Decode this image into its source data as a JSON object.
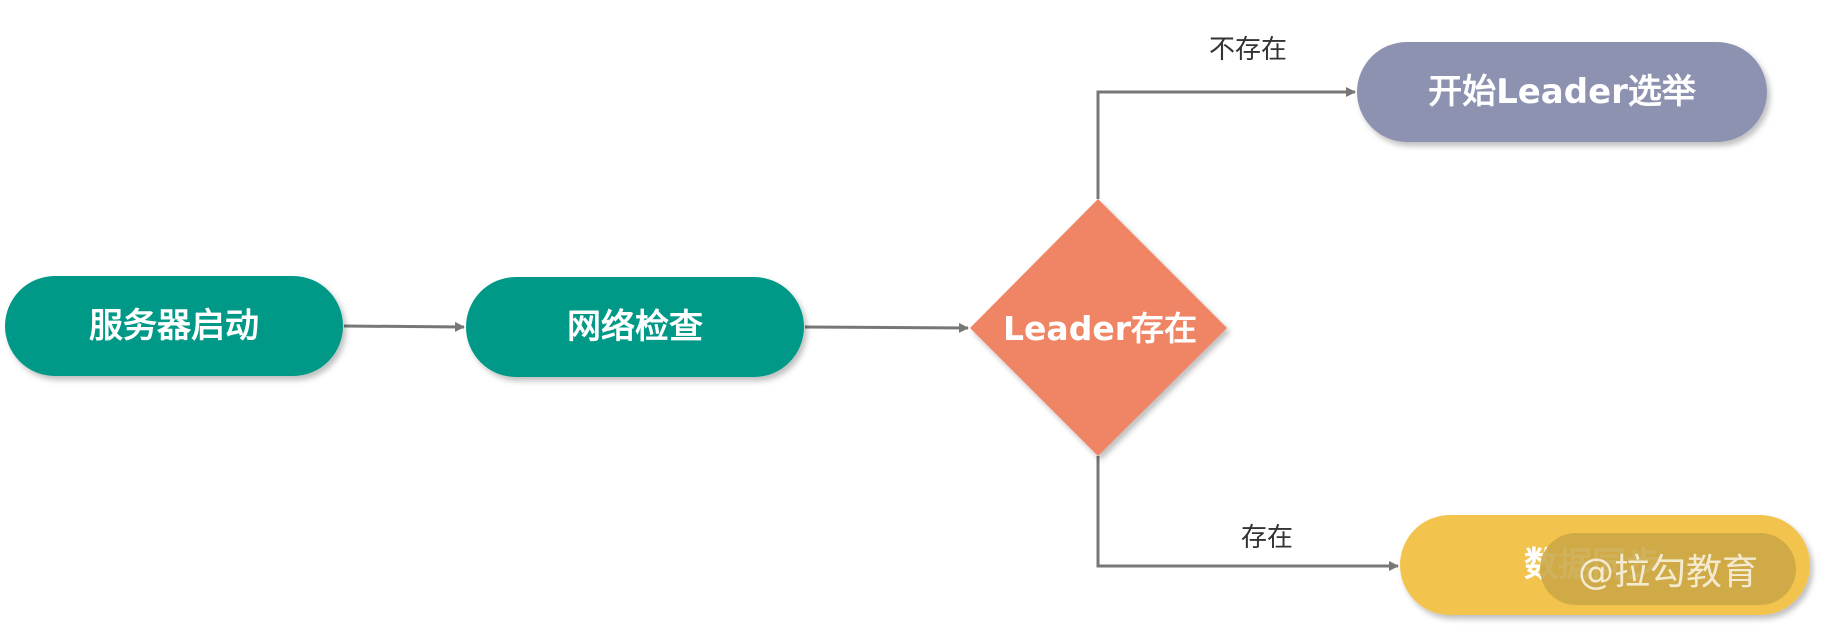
{
  "nodes": {
    "server_start": {
      "label": "服务器启动",
      "shape": "rounded-rect",
      "color": "#009886"
    },
    "network_check": {
      "label": "网络检查",
      "shape": "rounded-rect",
      "color": "#009886"
    },
    "leader_exists": {
      "label": "Leader存在",
      "shape": "diamond",
      "color": "#f08566"
    },
    "start_election": {
      "label": "开始Leader选举",
      "shape": "rounded-rect",
      "color": "#8e92b1"
    },
    "data_sync": {
      "label": "数据同步",
      "shape": "rounded-rect",
      "color": "#f2c34d"
    }
  },
  "edges": {
    "start_to_check": {
      "from": "服务器启动",
      "to": "网络检查"
    },
    "check_to_decision": {
      "from": "网络检查",
      "to": "Leader存在"
    },
    "decision_no": {
      "from": "Leader存在",
      "to": "开始Leader选举",
      "label": "不存在"
    },
    "decision_yes": {
      "from": "Leader存在",
      "to": "数据同步",
      "label": "存在"
    }
  },
  "colors": {
    "arrow": "#777777",
    "edge_label": "#333333",
    "watermark_bg": "#c9a646"
  },
  "watermark": {
    "text": "@拉勾教育"
  }
}
